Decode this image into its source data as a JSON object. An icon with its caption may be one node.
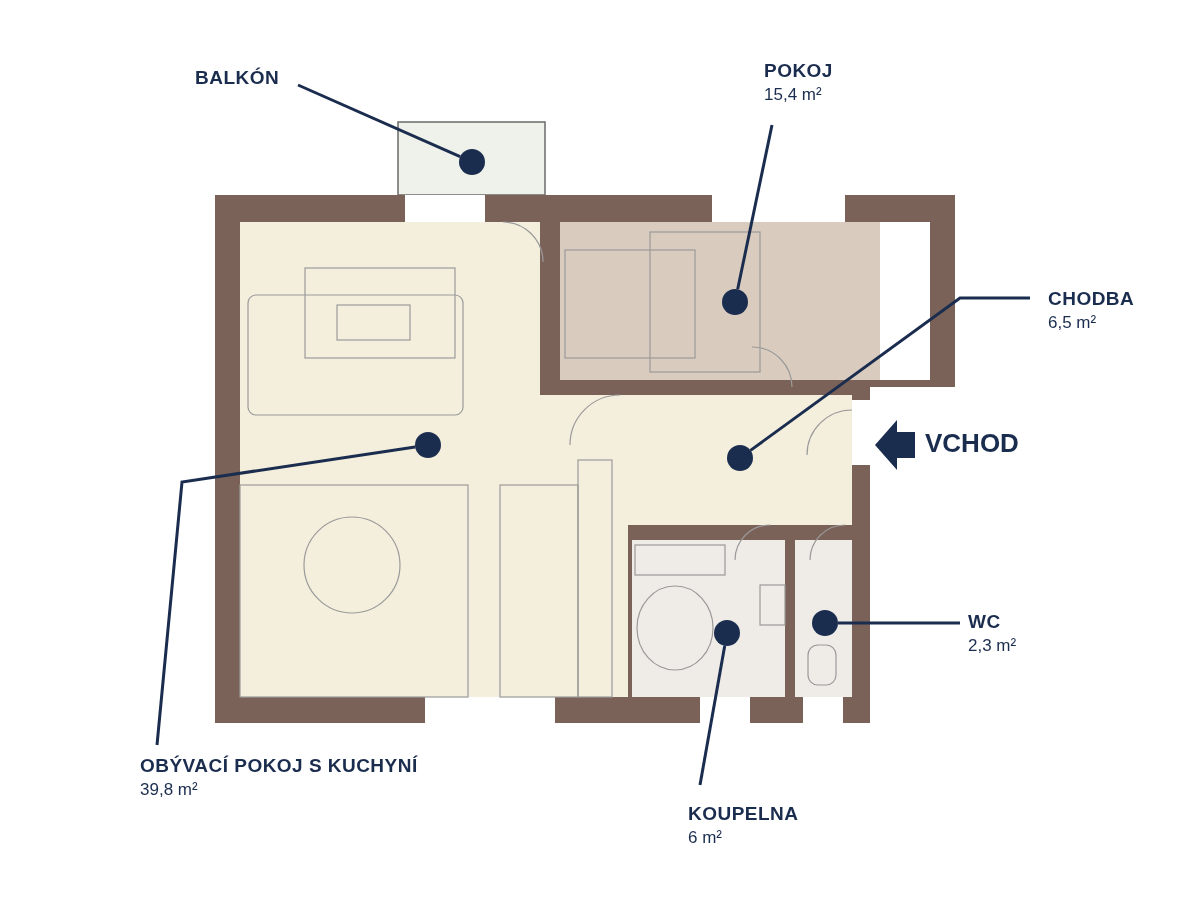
{
  "diagram": {
    "nodes": [
      {
        "text": [
          "BALKÓN"
        ]
      },
      {
        "text": [],
        "shape": "circle"
      },
      {
        "text": [
          "POKOJ",
          "15,4 m²"
        ]
      },
      {
        "text": [],
        "shape": "circle"
      },
      {
        "text": [
          "CHODBA",
          "6,5 m²"
        ]
      },
      {
        "text": [],
        "shape": "circle"
      },
      {
        "text": [
          "OBÝVACÍ POKOJ S KUCHYNÍ",
          "39,8 m²"
        ]
      },
      {
        "text": [],
        "shape": "circle"
      },
      {
        "text": [
          "KOUPELNA",
          "6 m²"
        ]
      },
      {
        "text": [],
        "shape": "circle"
      },
      {
        "text": [
          "WC",
          "2,3 m²"
        ]
      },
      {
        "text": [],
        "shape": "circle"
      }
    ],
    "edges": [
      {
        "from": 0,
        "to": 1,
        "arrow": "none"
      },
      {
        "from": 2,
        "to": 3,
        "arrow": "none"
      },
      {
        "from": 4,
        "to": 5,
        "arrow": "none"
      },
      {
        "from": 6,
        "to": 7,
        "arrow": "none"
      },
      {
        "from": 8,
        "to": 9,
        "arrow": "none"
      },
      {
        "from": 10,
        "to": 11,
        "arrow": "none"
      }
    ],
    "labels": [
      "VCHOD"
    ]
  }
}
